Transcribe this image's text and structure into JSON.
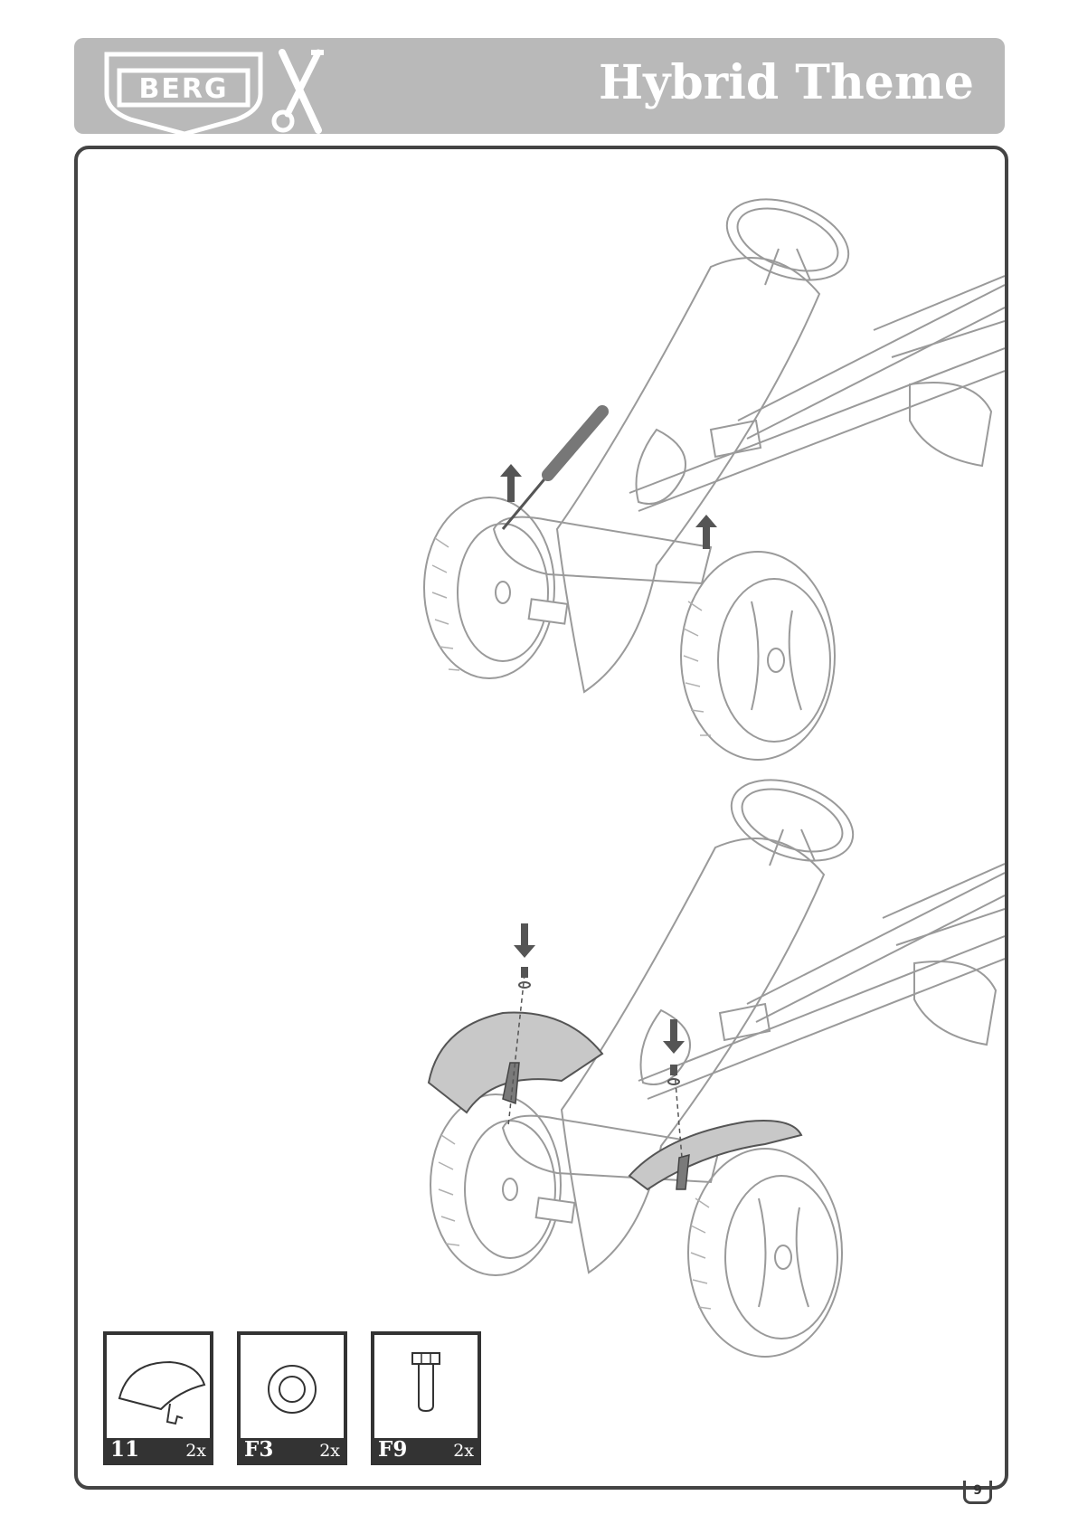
{
  "header": {
    "brand": "BERG",
    "title": "Hybrid Theme",
    "tools_icon": "wrench-screwdriver-icon"
  },
  "steps": [
    {
      "icon": "go-kart-remove-caps-illustration"
    },
    {
      "icon": "go-kart-mount-fenders-illustration"
    }
  ],
  "parts": [
    {
      "id": "11",
      "qty": "2x",
      "icon": "fender-icon"
    },
    {
      "id": "F3",
      "qty": "2x",
      "icon": "washer-icon"
    },
    {
      "id": "F9",
      "qty": "2x",
      "icon": "bolt-icon"
    }
  ],
  "page_number": "9",
  "colors": {
    "header_bg": "#b9b9b9",
    "border": "#444444",
    "part_footer": "#333333",
    "fender": "#c8c8c8"
  }
}
